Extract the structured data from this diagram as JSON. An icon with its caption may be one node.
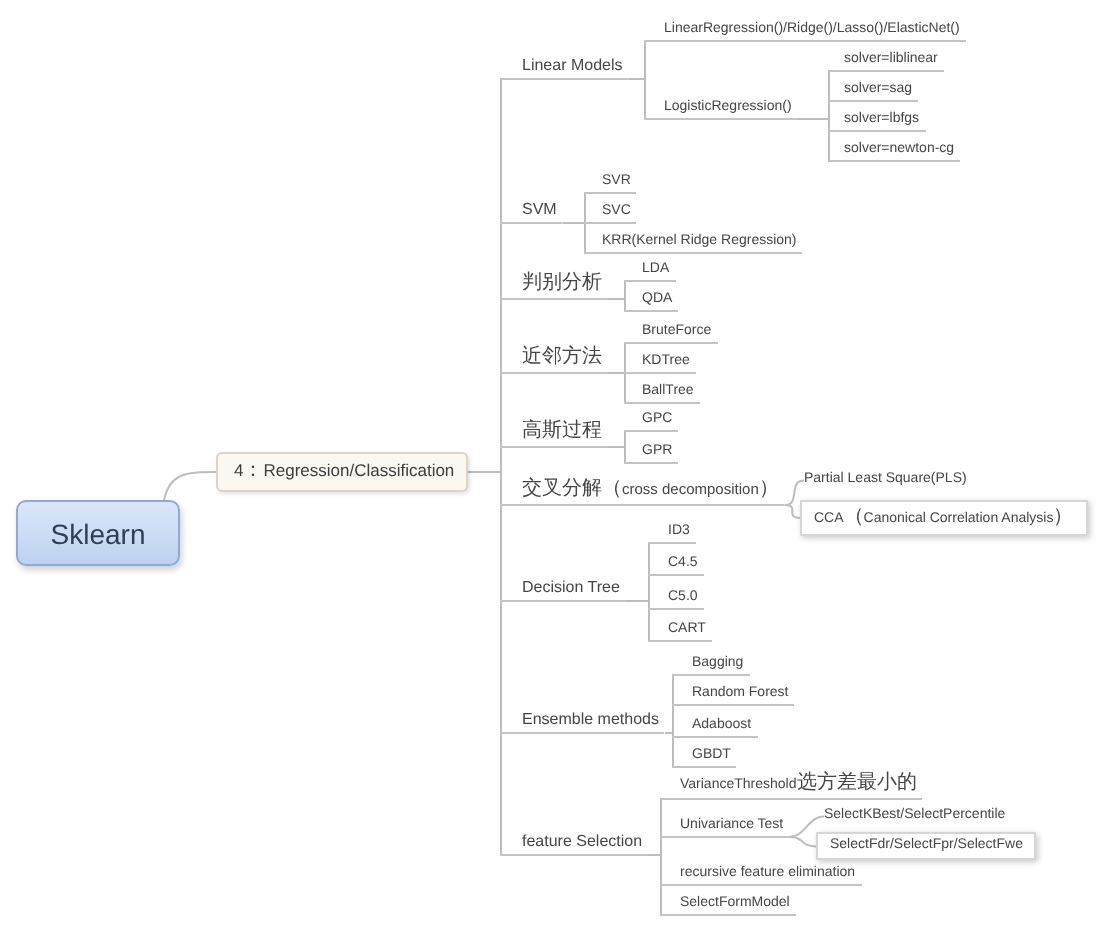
{
  "diagram": {
    "nodes": [
      {
        "text": [
          "Sklearn"
        ]
      },
      {
        "text": [
          "4：Regression/Classification"
        ]
      },
      {
        "text": [
          "Linear Models"
        ]
      },
      {
        "text": [
          "LinearRegression()/Ridge()/Lasso()/ElasticNet()"
        ]
      },
      {
        "text": [
          "LogisticRegression()"
        ]
      },
      {
        "text": [
          "solver=liblinear"
        ]
      },
      {
        "text": [
          "solver=sag"
        ]
      },
      {
        "text": [
          "solver=lbfgs"
        ]
      },
      {
        "text": [
          "solver=newton-cg"
        ]
      },
      {
        "text": [
          "SVM"
        ]
      },
      {
        "text": [
          "SVR"
        ]
      },
      {
        "text": [
          "SVC"
        ]
      },
      {
        "text": [
          "KRR(Kernel Ridge Regression)"
        ]
      },
      {
        "text": [
          "判别分析"
        ]
      },
      {
        "text": [
          "LDA"
        ]
      },
      {
        "text": [
          "QDA"
        ]
      },
      {
        "text": [
          "近邻方法"
        ]
      },
      {
        "text": [
          "BruteForce"
        ]
      },
      {
        "text": [
          "KDTree"
        ]
      },
      {
        "text": [
          "BallTree"
        ]
      },
      {
        "text": [
          "高斯过程"
        ]
      },
      {
        "text": [
          "GPC"
        ]
      },
      {
        "text": [
          "GPR"
        ]
      },
      {
        "text": [
          "交叉分解（cross decomposition）"
        ]
      },
      {
        "text": [
          "Partial Least Square(PLS)"
        ]
      },
      {
        "text": [
          "CCA（Canonical Correlation Analysis）"
        ]
      },
      {
        "text": [
          "Decision Tree"
        ]
      },
      {
        "text": [
          "ID3"
        ]
      },
      {
        "text": [
          "C4.5"
        ]
      },
      {
        "text": [
          "C5.0"
        ]
      },
      {
        "text": [
          "CART"
        ]
      },
      {
        "text": [
          "Ensemble methods"
        ]
      },
      {
        "text": [
          "Bagging"
        ]
      },
      {
        "text": [
          "Random Forest"
        ]
      },
      {
        "text": [
          "Adaboost"
        ]
      },
      {
        "text": [
          "GBDT"
        ]
      },
      {
        "text": [
          "feature Selection"
        ]
      },
      {
        "text": [
          "VarianceThreshold选方差最小的"
        ]
      },
      {
        "text": [
          "Univariance Test"
        ]
      },
      {
        "text": [
          "SelectKBest/SelectPercentile"
        ]
      },
      {
        "text": [
          "SelectFdr/SelectFpr/SelectFwe"
        ]
      },
      {
        "text": [
          "recursive feature elimination"
        ]
      },
      {
        "text": [
          "SelectFormModel"
        ]
      }
    ],
    "edges": [
      {
        "from": 0,
        "to": 1,
        "arrow": "none"
      },
      {
        "from": 1,
        "to": 2,
        "arrow": "none"
      },
      {
        "from": 2,
        "to": 3,
        "arrow": "none"
      },
      {
        "from": 2,
        "to": 4,
        "arrow": "none"
      },
      {
        "from": 4,
        "to": 5,
        "arrow": "none"
      },
      {
        "from": 4,
        "to": 6,
        "arrow": "none"
      },
      {
        "from": 4,
        "to": 7,
        "arrow": "none"
      },
      {
        "from": 4,
        "to": 8,
        "arrow": "none"
      },
      {
        "from": 1,
        "to": 9,
        "arrow": "none"
      },
      {
        "from": 9,
        "to": 10,
        "arrow": "none"
      },
      {
        "from": 9,
        "to": 11,
        "arrow": "none"
      },
      {
        "from": 9,
        "to": 12,
        "arrow": "none"
      },
      {
        "from": 1,
        "to": 13,
        "arrow": "none"
      },
      {
        "from": 13,
        "to": 14,
        "arrow": "none"
      },
      {
        "from": 13,
        "to": 15,
        "arrow": "none"
      },
      {
        "from": 1,
        "to": 16,
        "arrow": "none"
      },
      {
        "from": 16,
        "to": 17,
        "arrow": "none"
      },
      {
        "from": 16,
        "to": 18,
        "arrow": "none"
      },
      {
        "from": 16,
        "to": 19,
        "arrow": "none"
      },
      {
        "from": 1,
        "to": 20,
        "arrow": "none"
      },
      {
        "from": 20,
        "to": 21,
        "arrow": "none"
      },
      {
        "from": 20,
        "to": 22,
        "arrow": "none"
      },
      {
        "from": 1,
        "to": 23,
        "arrow": "none"
      },
      {
        "from": 23,
        "to": 24,
        "arrow": "none"
      },
      {
        "from": 23,
        "to": 25,
        "arrow": "none"
      },
      {
        "from": 1,
        "to": 26,
        "arrow": "none"
      },
      {
        "from": 26,
        "to": 27,
        "arrow": "none"
      },
      {
        "from": 26,
        "to": 28,
        "arrow": "none"
      },
      {
        "from": 26,
        "to": 29,
        "arrow": "none"
      },
      {
        "from": 26,
        "to": 30,
        "arrow": "none"
      },
      {
        "from": 1,
        "to": 31,
        "arrow": "none"
      },
      {
        "from": 31,
        "to": 32,
        "arrow": "none"
      },
      {
        "from": 31,
        "to": 33,
        "arrow": "none"
      },
      {
        "from": 31,
        "to": 34,
        "arrow": "none"
      },
      {
        "from": 31,
        "to": 35,
        "arrow": "none"
      },
      {
        "from": 1,
        "to": 36,
        "arrow": "none"
      },
      {
        "from": 36,
        "to": 37,
        "arrow": "none"
      },
      {
        "from": 36,
        "to": 38,
        "arrow": "none"
      },
      {
        "from": 38,
        "to": 39,
        "arrow": "none"
      },
      {
        "from": 38,
        "to": 40,
        "arrow": "none"
      },
      {
        "from": 36,
        "to": 41,
        "arrow": "none"
      },
      {
        "from": 36,
        "to": 42,
        "arrow": "none"
      }
    ]
  }
}
